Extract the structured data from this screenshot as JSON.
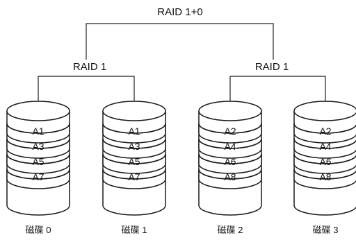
{
  "top": {
    "label": "RAID 1+0"
  },
  "groups": [
    {
      "label": "RAID 1"
    },
    {
      "label": "RAID 1"
    }
  ],
  "disks": [
    {
      "name": "磁碟 0",
      "blocks": [
        "A1",
        "A3",
        "A5",
        "A7"
      ]
    },
    {
      "name": "磁碟 1",
      "blocks": [
        "A1",
        "A3",
        "A5",
        "A7"
      ]
    },
    {
      "name": "磁碟 2",
      "blocks": [
        "A2",
        "A4",
        "A6",
        "A8"
      ]
    },
    {
      "name": "磁碟 3",
      "blocks": [
        "A2",
        "A4",
        "A6",
        "A8"
      ]
    }
  ]
}
